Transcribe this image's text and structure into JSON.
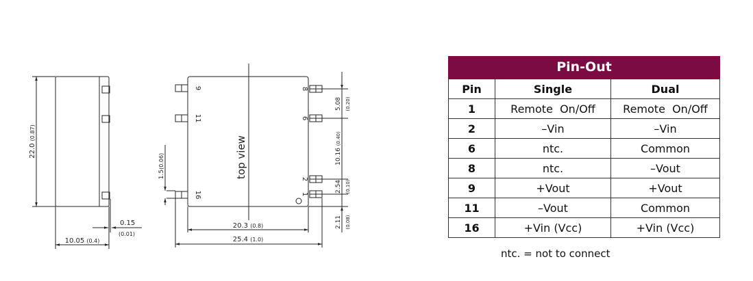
{
  "drawing": {
    "side_height": "22.0",
    "side_height_in": "(0.87)",
    "side_width": "10.05",
    "side_width_in": "(0.4)",
    "pin_thickness": "0.15",
    "pin_thickness_in": "(0.01)",
    "pin_width": "1.5",
    "pin_width_in": "(0.06)",
    "top_view_label": "top view",
    "body_width": "20.3",
    "body_width_in": "(0.8)",
    "overall_width": "25.4",
    "overall_width_in": "(1.0)",
    "pitch_8_6": "5.08",
    "pitch_8_6_in": "(0.20)",
    "pitch_6_2": "10.16",
    "pitch_6_2_in": "(0.40)",
    "pitch_2_1": "2.54",
    "pitch_2_1_in": "(0.10)",
    "edge_1": "2.11",
    "edge_1_in": "(0.08)",
    "pin_labels": {
      "p9": "9",
      "p11": "11",
      "p16": "16",
      "p8": "8",
      "p6": "6",
      "p2": "2",
      "p1": "1"
    }
  },
  "table": {
    "title": "Pin-Out",
    "headers": [
      "Pin",
      "Single",
      "Dual"
    ],
    "rows": [
      [
        "1",
        "Remote  On/Off",
        "Remote  On/Off"
      ],
      [
        "2",
        "–Vin",
        "–Vin"
      ],
      [
        "6",
        "ntc.",
        "Common"
      ],
      [
        "8",
        "ntc.",
        "–Vout"
      ],
      [
        "9",
        "+Vout",
        "+Vout"
      ],
      [
        "11",
        "–Vout",
        "Common"
      ],
      [
        "16",
        "+Vin (Vcc)",
        "+Vin (Vcc)"
      ]
    ],
    "note": "ntc. = not to connect"
  },
  "colors": {
    "header_bg": "#7a0b43"
  }
}
